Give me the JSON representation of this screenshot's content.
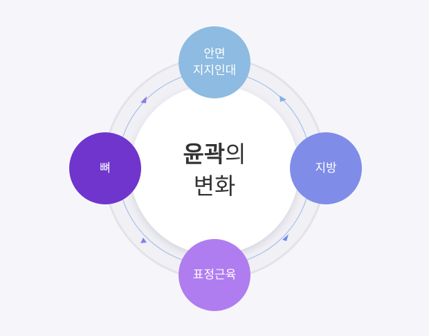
{
  "center": {
    "title_bold": "윤곽",
    "title_rest": "의",
    "title_line2": "변화"
  },
  "nodes": [
    {
      "label": "안면\n지지인대",
      "color": "#8dbbe1"
    },
    {
      "label": "지방",
      "color": "#7f8ce8"
    },
    {
      "label": "표정근육",
      "color": "#af7df0"
    },
    {
      "label": "뼈",
      "color": "#6f35cc"
    }
  ],
  "colors": {
    "background": "#f6f6fa",
    "arrow_blue": "#7fb0e6",
    "arrow_purple": "#8a7ce6"
  }
}
